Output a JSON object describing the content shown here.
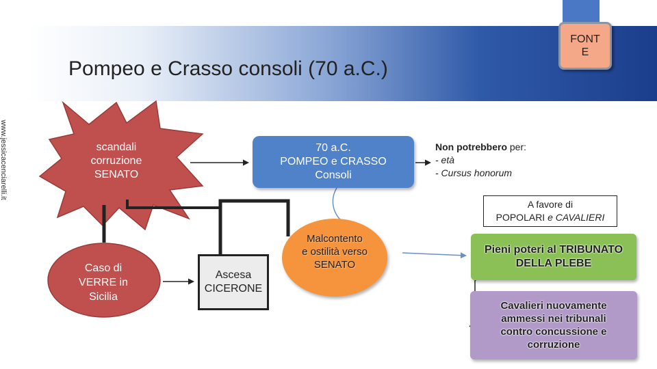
{
  "slide": {
    "title": "Pompeo e Crasso consoli (70 a.C.)",
    "side_url": "www.jessicacenciarelli.it",
    "font_button": "FONT E"
  },
  "nodes": {
    "scandali": "scandali corruzione SENATO",
    "consoli": [
      "70 a.C.",
      "POMPEO e CRASSO",
      "Consoli"
    ],
    "verre": [
      "Caso di",
      "VERRE in",
      "Sicilia"
    ],
    "cicerone": [
      "Ascesa",
      "CICERONE"
    ],
    "malcontento": [
      "Malcontento",
      "e ostilità verso",
      "SENATO"
    ],
    "note": {
      "lead_bold": "Non potrebbero",
      "lead_rest": " per:",
      "item1": "- età",
      "item2": "- Cursus honorum"
    },
    "popolari": {
      "line1": "A favore di",
      "line2_plain": "POPOLARI",
      "line2_italic": " e CAVALIERI"
    },
    "pieni_poteri": [
      "Pieni poteri al TRIBUNATO",
      "DELLA PLEBE"
    ],
    "cavalieri": [
      "Cavalieri nuovamente",
      "ammessi nei tribunali",
      "contro concussione e",
      "corruzione"
    ]
  },
  "colors": {
    "banner_dark": "#1b3e8c",
    "consoli_fill": "#4f82c8",
    "starburst_fill": "#c0504d",
    "malcontento_fill": "#f5943c",
    "pieni_fill": "#8bc056",
    "cavalieri_fill": "#b19ac8",
    "font_button_fill": "#f4a888"
  }
}
